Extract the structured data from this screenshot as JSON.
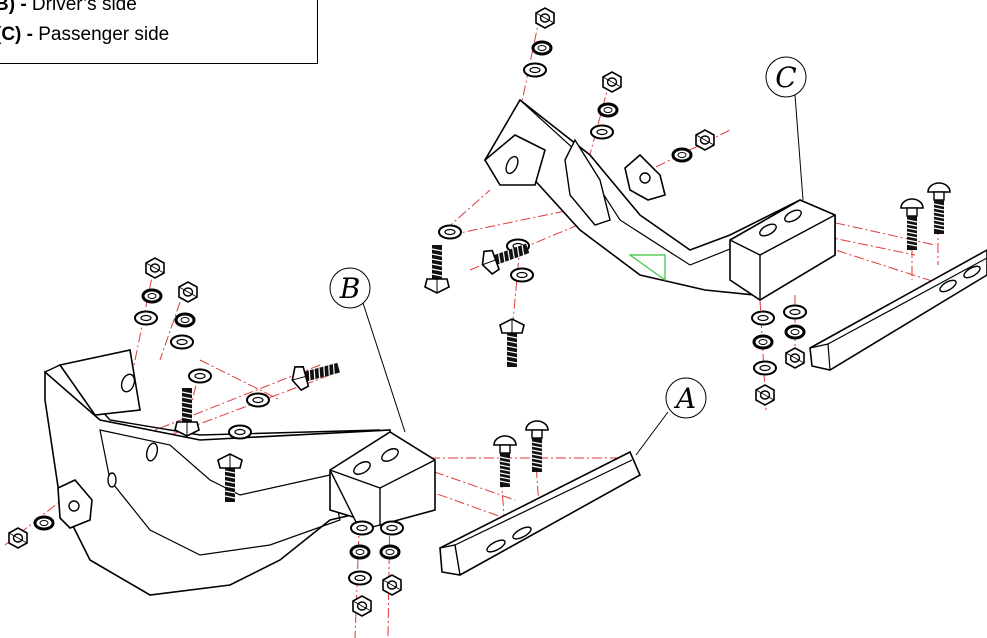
{
  "legend": {
    "rows": [
      {
        "code": "B) -",
        "text": " Driver’s side"
      },
      {
        "code": "(C) -",
        "text": " Passenger side"
      }
    ]
  },
  "callouts": {
    "a": "A",
    "b": "B",
    "c": "C"
  },
  "colors": {
    "line": "#000000",
    "centerline": "#e03a3a",
    "weld_hint": "#3ac43a",
    "paper": "#ffffff"
  }
}
